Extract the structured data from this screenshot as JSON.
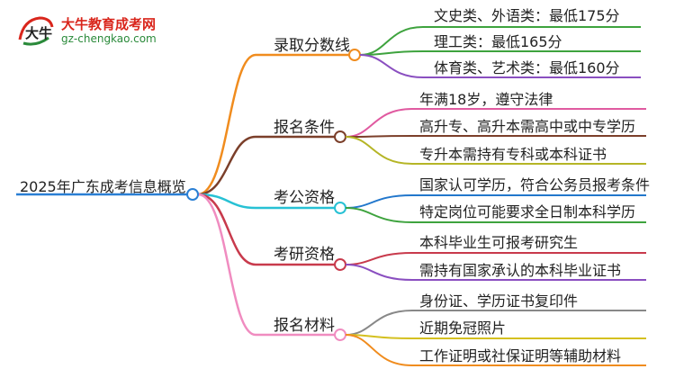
{
  "brand": {
    "logo_text": "大牛",
    "name": "大牛教育成考网",
    "url": "gz-chengkao.com"
  },
  "root": {
    "label": "2025年广东成考信息概览"
  },
  "branches": [
    {
      "label": "录取分数线",
      "color": "#f08c1e",
      "leaves": [
        "文史类、外语类：最低175分",
        "理工类：最低165分",
        "体育类、艺术类：最低160分"
      ],
      "leaf_colors": [
        "#3ea33e",
        "#3ea33e",
        "#8a4fc0"
      ]
    },
    {
      "label": "报名条件",
      "color": "#7b3f2a",
      "leaves": [
        "年满18岁，遵守法律",
        "高升专、高升本需高中或中专学历",
        "专升本需持有专科或本科证书"
      ],
      "leaf_colors": [
        "#e05aa0",
        "#7b3f2a",
        "#b5b526"
      ]
    },
    {
      "label": "考公资格",
      "color": "#27c1d4",
      "leaves": [
        "国家认可学历，符合公务员报考条件",
        "特定岗位可能要求全日制本科学历"
      ],
      "leaf_colors": [
        "#2277cc",
        "#3ea33e"
      ]
    },
    {
      "label": "考研资格",
      "color": "#c83a4c",
      "leaves": [
        "本科毕业生可报考研究生",
        "需持有国家承认的本科毕业证书"
      ],
      "leaf_colors": [
        "#c83a4c",
        "#8a4fc0"
      ]
    },
    {
      "label": "报名材料",
      "color": "#f08cc0",
      "leaves": [
        "身份证、学历证书复印件",
        "近期免冠照片",
        "工作证明或社保证明等辅助材料"
      ],
      "leaf_colors": [
        "#888888",
        "#d4c020",
        "#f08c1e"
      ]
    }
  ],
  "colors": {
    "root_line": "#2a7fd4"
  }
}
